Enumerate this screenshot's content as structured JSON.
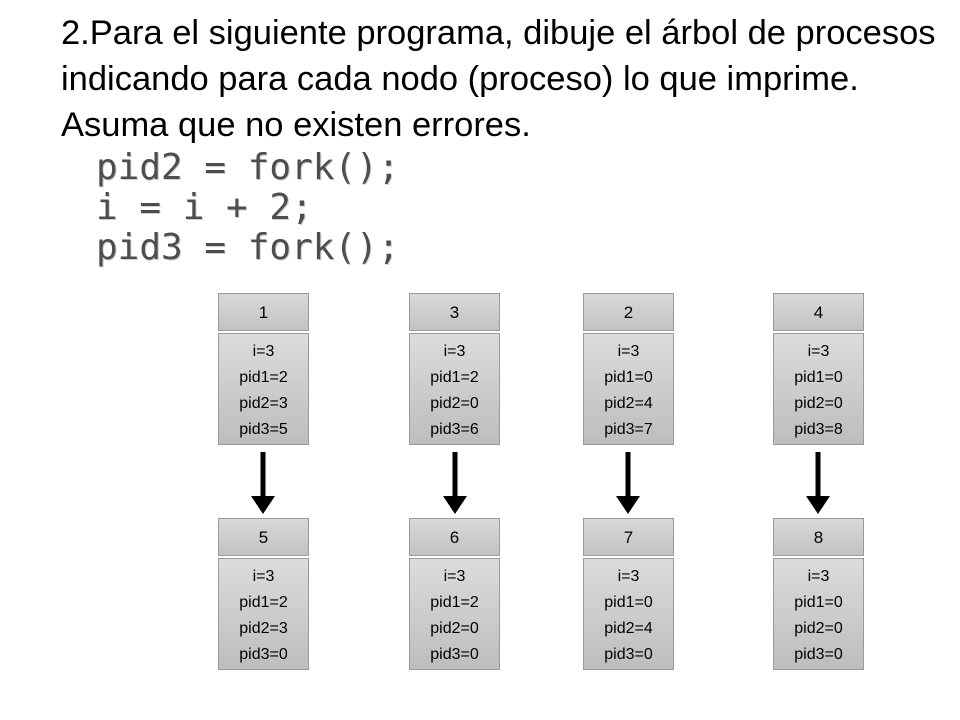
{
  "title": "2.Para el siguiente programa, dibuje el árbol de procesos indicando para cada nodo (proceso) lo que imprime. Asuma que no existen errores.",
  "code_lines": [
    "pid2 = fork();",
    "i = i + 2;",
    "pid3 = fork();"
  ],
  "parents": [
    {
      "id": "1",
      "lines": [
        "i=3",
        "pid1=2",
        "pid2=3",
        "pid3=5"
      ]
    },
    {
      "id": "3",
      "lines": [
        "i=3",
        "pid1=2",
        "pid2=0",
        "pid3=6"
      ]
    },
    {
      "id": "2",
      "lines": [
        "i=3",
        "pid1=0",
        "pid2=4",
        "pid3=7"
      ]
    },
    {
      "id": "4",
      "lines": [
        "i=3",
        "pid1=0",
        "pid2=0",
        "pid3=8"
      ]
    }
  ],
  "children": [
    {
      "id": "5",
      "lines": [
        "i=3",
        "pid1=2",
        "pid2=3",
        "pid3=0"
      ]
    },
    {
      "id": "6",
      "lines": [
        "i=3",
        "pid1=2",
        "pid2=0",
        "pid3=0"
      ]
    },
    {
      "id": "7",
      "lines": [
        "i=3",
        "pid1=0",
        "pid2=4",
        "pid3=0"
      ]
    },
    {
      "id": "8",
      "lines": [
        "i=3",
        "pid1=0",
        "pid2=0",
        "pid3=0"
      ]
    }
  ],
  "colors": {
    "node_fill": "#cccccc",
    "node_border": "#9a9a9a",
    "arrow": "#000000",
    "code_text": "#4d4d4d"
  }
}
